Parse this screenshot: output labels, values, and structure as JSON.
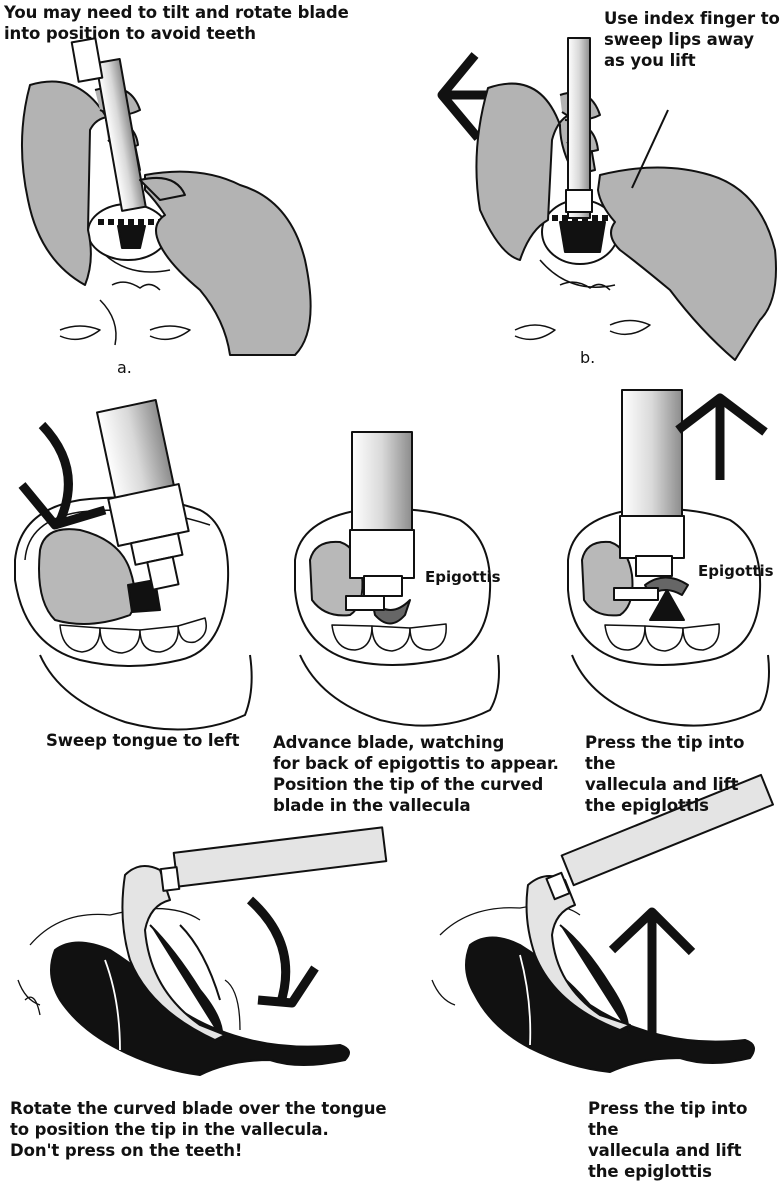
{
  "panels": {
    "a": {
      "letter": "a.",
      "caption": "You may need to tilt and rotate blade\ninto position to avoid teeth"
    },
    "b": {
      "letter": "b.",
      "caption": "Use index finger to\nsweep lips away\nas you lift"
    },
    "row2": {
      "left_caption": "Sweep tongue to left",
      "middle_caption": "Advance blade, watching\nfor back of epigottis to appear.\nPosition the tip of the curved\nblade in the vallecula",
      "middle_label": "Epigottis",
      "right_caption": "Press the tip into the\nvallecula and lift\nthe epiglottis",
      "right_label": "Epigottis"
    },
    "row3": {
      "left_caption": "Rotate the curved blade over the tongue\nto position the tip in the vallecula.\nDon't press on the teeth!",
      "right_caption": "Press the tip into the\nvallecula and lift\nthe epiglottis"
    }
  },
  "colors": {
    "ink": "#111111",
    "glove": "#b3b3b3",
    "tongue": "#b8b8b8",
    "blade": "#e4e4e4",
    "paper": "#ffffff"
  }
}
